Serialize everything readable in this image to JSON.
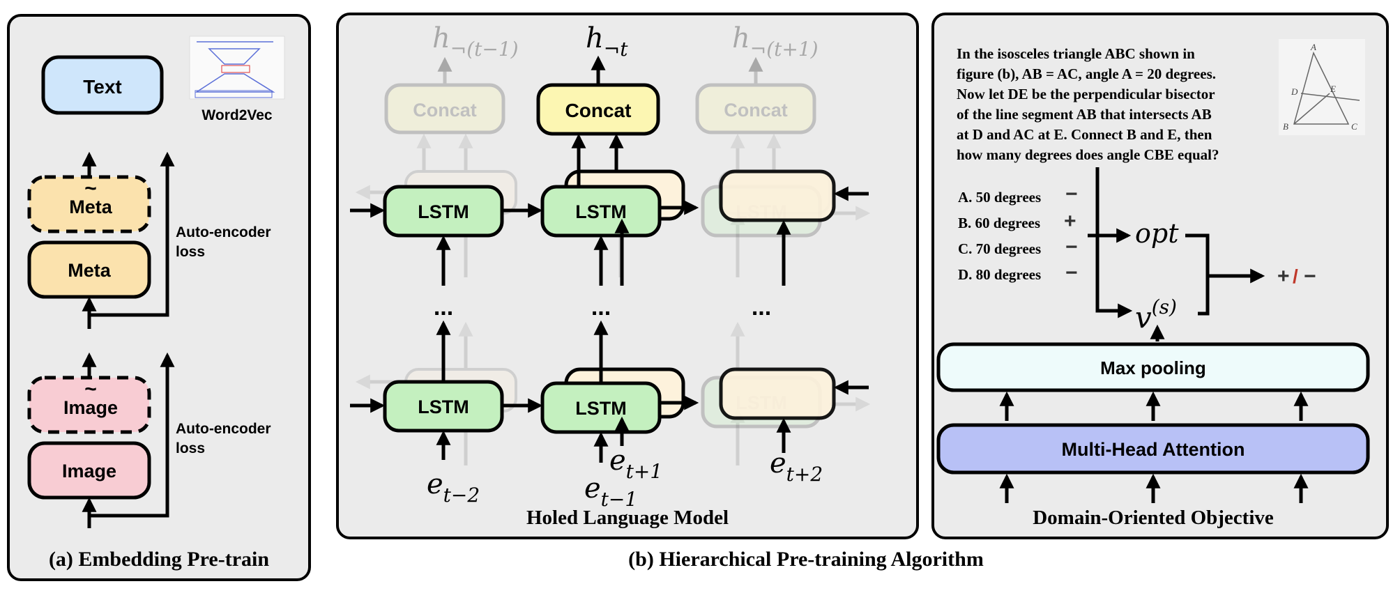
{
  "panel_a": {
    "caption": "(a) Embedding Pre-train",
    "text_label": "Text",
    "word2vec_label": "Word2Vec",
    "meta_tilde_label": "Meta",
    "meta_label": "Meta",
    "meta_loss": [
      "Auto-encoder",
      "loss"
    ],
    "image_tilde_label": "Image",
    "image_label": "Image",
    "image_loss": [
      "Auto-encoder",
      "loss"
    ],
    "tilde": "~"
  },
  "panel_b": {
    "title": "Holed Language Model",
    "lstm_label": "LSTM",
    "concat_label": "Concat",
    "dots": "...",
    "h_prev": {
      "base": "h",
      "sub": "¬(t−1)"
    },
    "h_cur": {
      "base": "h",
      "sub": "¬t"
    },
    "h_next": {
      "base": "h",
      "sub": "¬(t+1)"
    },
    "e_tm2": {
      "base": "e",
      "sub": "t−2"
    },
    "e_tm1": {
      "base": "e",
      "sub": "t−1"
    },
    "e_tp1": {
      "base": "e",
      "sub": "t+1"
    },
    "e_tp2": {
      "base": "e",
      "sub": "t+2"
    }
  },
  "panel_c": {
    "title": "Domain-Oriented Objective",
    "question_lines": [
      "In the isosceles triangle ABC shown in",
      "figure (b), AB = AC, angle A = 20 degrees.",
      "Now let DE be the perpendicular bisector",
      "of the line segment AB that intersects AB",
      "at D and AC at E. Connect B and E, then",
      "how many degrees does angle CBE equal?"
    ],
    "options": [
      {
        "text": "A. 50 degrees",
        "sign": "−"
      },
      {
        "text": "B. 60 degrees",
        "sign": "+"
      },
      {
        "text": "C. 70 degrees",
        "sign": "−"
      },
      {
        "text": "D. 80 degrees",
        "sign": "−"
      }
    ],
    "opt_label": "opt",
    "v_label": {
      "base": "v",
      "sup": "(s)"
    },
    "result": {
      "plus": "+",
      "slash": "/",
      "minus": "−"
    },
    "max_pooling_label": "Max pooling",
    "mha_label": "Multi-Head Attention",
    "figure_points": [
      "A",
      "D",
      "E",
      "B",
      "C"
    ]
  },
  "caption_b": "(b) Hierarchical Pre-training Algorithm",
  "colors": {
    "panel_bg": "#ebebeb",
    "text_box": "#cfe6fb",
    "meta_box": "#fbe2ad",
    "image_box": "#f8ccd3",
    "lstm_box": "#c4f0bf",
    "concat_box": "#fcf6b2",
    "ghost_box": "#fdf2dc",
    "maxpool_box": "#eefbfb",
    "mha_box": "#b8c1f6",
    "slash_red": "#c0392b"
  }
}
